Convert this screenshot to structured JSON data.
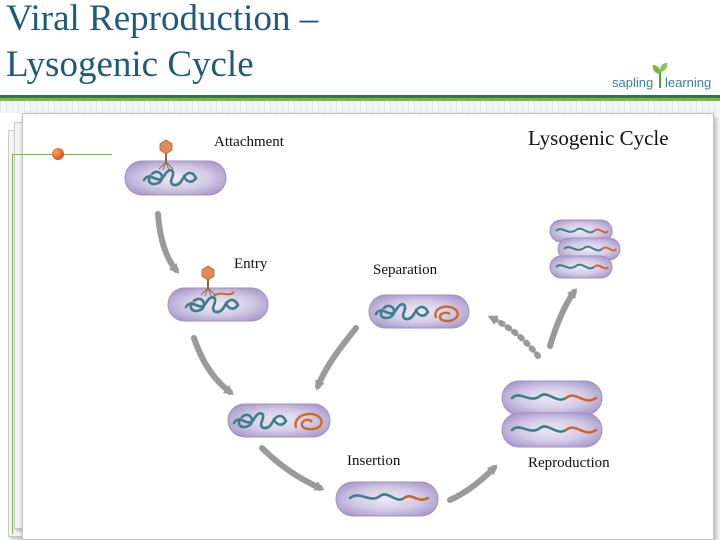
{
  "slide": {
    "title_line1": "Viral Reproduction –",
    "title_line2": "Lysogenic Cycle"
  },
  "logo": {
    "word1": "sapling",
    "word2": "learning"
  },
  "diagram": {
    "title": "Lysogenic Cycle",
    "stages": [
      {
        "key": "attachment",
        "label": "Attachment"
      },
      {
        "key": "entry",
        "label": "Entry"
      },
      {
        "key": "separation",
        "label": "Separation"
      },
      {
        "key": "insertion",
        "label": "Insertion"
      },
      {
        "key": "reproduction",
        "label": "Reproduction"
      }
    ]
  },
  "colors": {
    "title": "#1f5a7a",
    "cell_fill": "#b5a6cf",
    "cell_edge": "#8f7fb2",
    "bacterial_dna": "#3f7d8c",
    "viral_dna": "#c96a2c",
    "arrow": "#9a9a9a",
    "accent_green": "#7ab648"
  }
}
